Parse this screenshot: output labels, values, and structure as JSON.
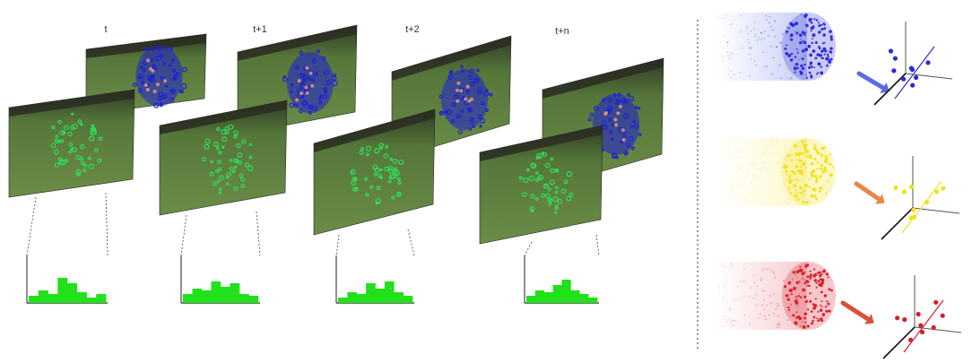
{
  "frames": [
    {
      "label": "t"
    },
    {
      "label": "t+1"
    },
    {
      "label": "t+2"
    },
    {
      "label": "t+n"
    }
  ],
  "colors": {
    "grass_dark": "#3d5a2a",
    "grass_light": "#6a8a45",
    "sky_band": "#2a2a22",
    "outline_green": "#2ee05a",
    "outline_blue": "#1f1fd6",
    "histogram_green": "#22e01a",
    "cluster_blue": "#2b2bd8",
    "cluster_yellow": "#f2e21a",
    "cluster_red": "#d61f2a",
    "arrow_blue": "#5a6ae8",
    "arrow_orange": "#e8874a",
    "arrow_red": "#d8503a",
    "divider": "#333333"
  },
  "clusters": [
    {
      "name": "blue-cluster"
    },
    {
      "name": "yellow-cluster"
    },
    {
      "name": "red-cluster"
    }
  ]
}
